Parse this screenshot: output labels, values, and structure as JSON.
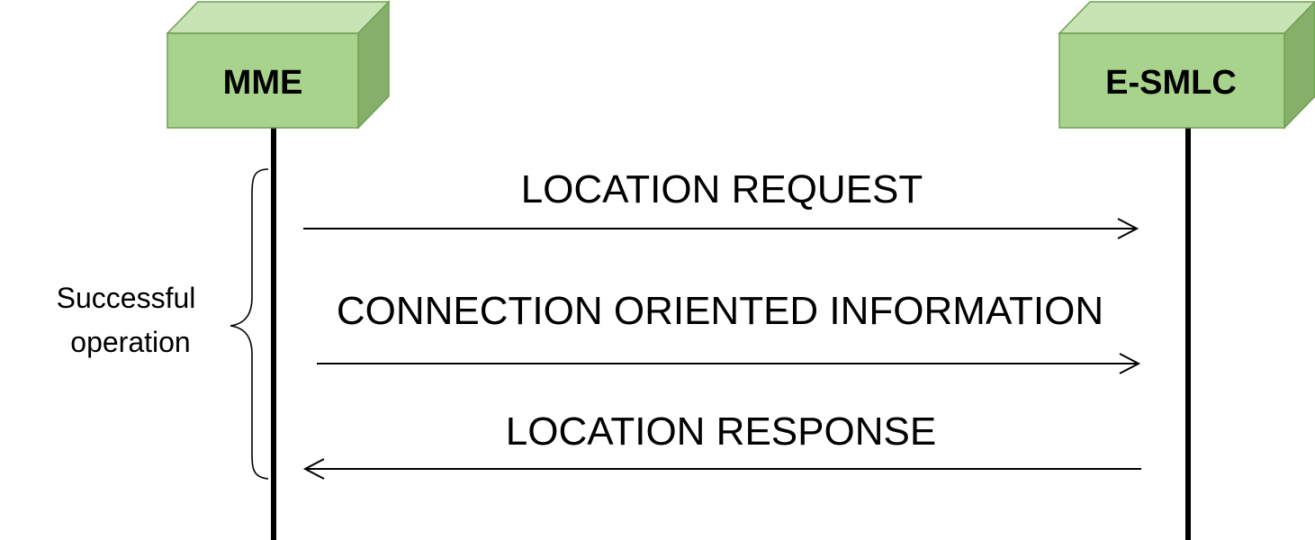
{
  "entities": {
    "left": {
      "label": "MME"
    },
    "right": {
      "label": "E-SMLC"
    }
  },
  "messages": [
    {
      "label": "LOCATION REQUEST",
      "direction": "left-to-right"
    },
    {
      "label": "CONNECTION ORIENTED INFORMATION",
      "direction": "left-to-right"
    },
    {
      "label": "LOCATION RESPONSE",
      "direction": "right-to-left"
    }
  ],
  "bracket_label": {
    "line1": "Successful",
    "line2": "operation"
  },
  "colors": {
    "box_front": "#a8d38d",
    "box_top": "#c8e4b4",
    "box_side": "#86b06a",
    "box_border": "#6f9f52",
    "line": "#000000"
  }
}
